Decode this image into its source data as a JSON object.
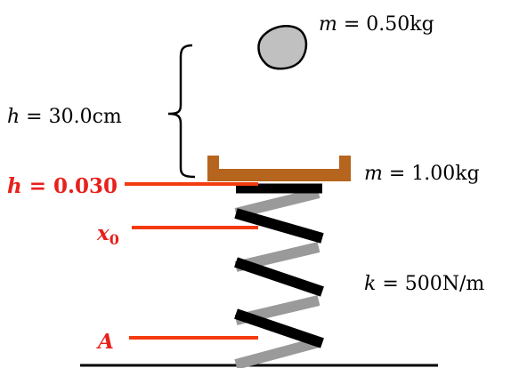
{
  "colors": {
    "spring_black": "#000000",
    "spring_gray": "#9a9a9a",
    "platform": "#b5651d",
    "marker": "#f43b10",
    "marker_text": "#e8201c",
    "stone_fill": "#c0c0c0"
  },
  "labels": {
    "stone_mass": {
      "symbol": "m",
      "value": " = 0.50kg"
    },
    "height": {
      "symbol": "h",
      "value": " = 30.0cm"
    },
    "platform_mass": {
      "symbol": "m",
      "value": " = 1.00kg"
    },
    "spring_constant": {
      "symbol": "k",
      "value": " = 500N/m"
    }
  },
  "markers": {
    "h_marker": {
      "symbol": "h",
      "value": " = 0.030"
    },
    "x0_marker": {
      "symbol": "x",
      "subscript": "0"
    },
    "a_marker": {
      "symbol": "A"
    }
  }
}
